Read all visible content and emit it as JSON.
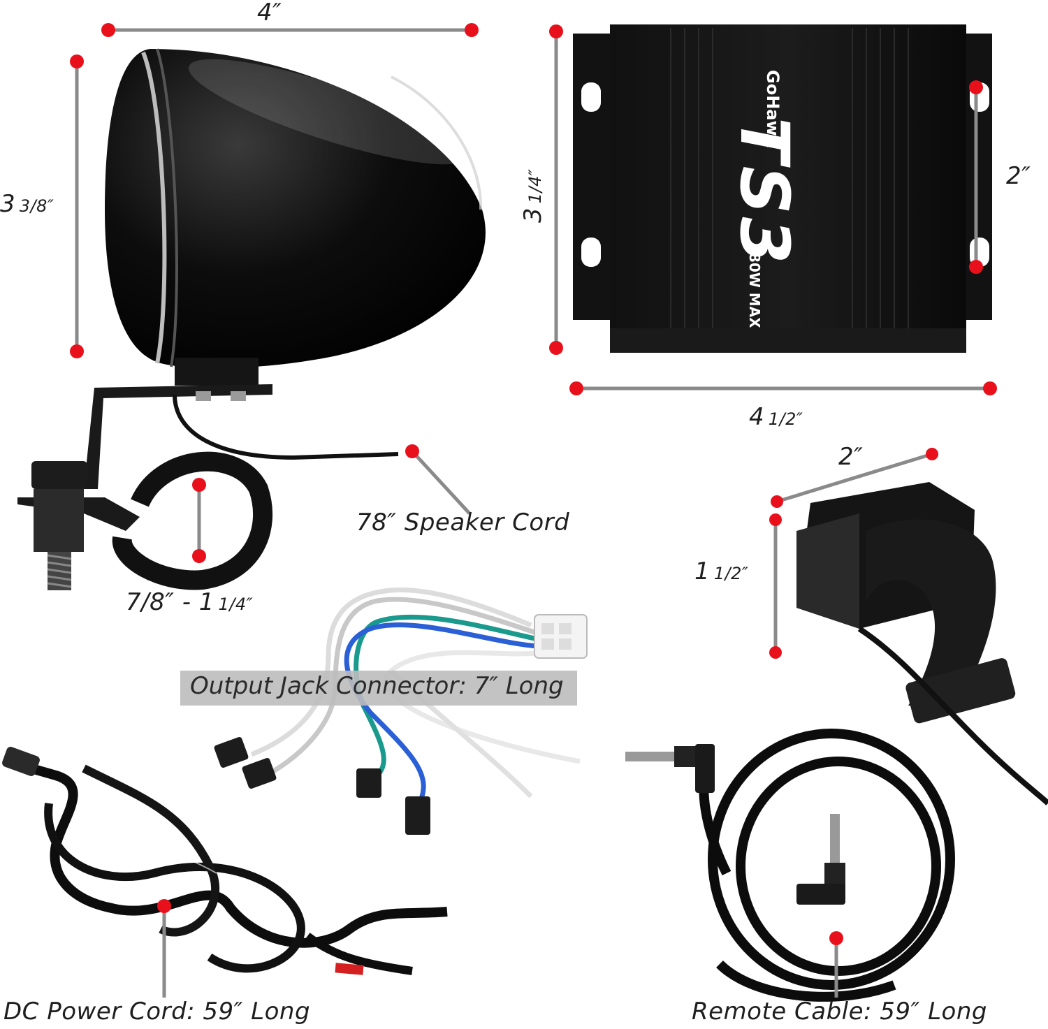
{
  "dimensions": {
    "speaker_width": "4″",
    "speaker_height_whole": "3",
    "speaker_height_frac": "3/8″",
    "amp_height_whole": "3",
    "amp_height_frac": "1/4″",
    "amp_mount_width": "2″",
    "amp_length_whole": "4",
    "amp_length_frac": "1/2″",
    "clamp_range_a": "7/8″ - 1",
    "clamp_range_frac": "1/4″",
    "remote_width": "2″",
    "remote_height_whole": "1",
    "remote_height_frac": "1/2″"
  },
  "captions": {
    "speaker_cord": "78″ Speaker Cord",
    "output_jack": "Output Jack Connector: 7″ Long",
    "dc_power": "DC Power Cord: 59″ Long",
    "remote_cable": "Remote Cable: 59″ Long"
  },
  "amplifier": {
    "brand": "GoHawk",
    "model": "TS3",
    "power": "180W MAX"
  },
  "colors": {
    "marker": "#e8111b",
    "dimension_line": "#8a8a8a",
    "product_black": "#0c0c0c",
    "banner": "#bdbdbd"
  }
}
